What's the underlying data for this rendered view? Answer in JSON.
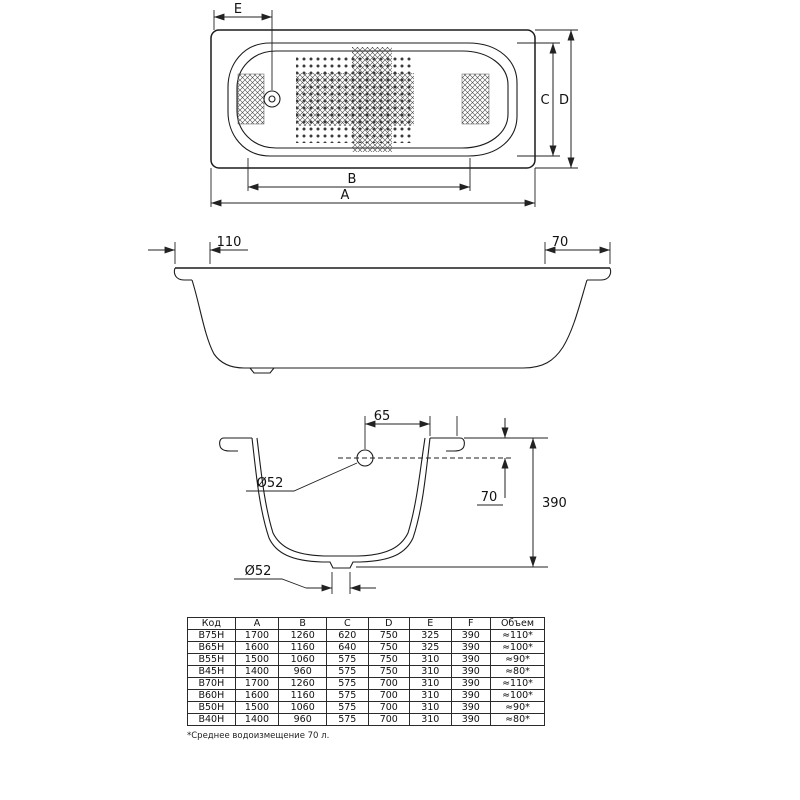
{
  "drawing": {
    "top_view": {
      "dim_e": "E",
      "dim_c": "C",
      "dim_d": "D",
      "dim_b": "B",
      "dim_a": "A"
    },
    "side_view": {
      "dim_left": "110",
      "dim_right": "70"
    },
    "section_view": {
      "dim_65": "65",
      "overflow_diameter": "Ø52",
      "dim_70": "70",
      "dim_depth": "390",
      "drain_diameter": "Ø52"
    }
  },
  "table": {
    "headers": [
      "Код",
      "A",
      "B",
      "C",
      "D",
      "E",
      "F",
      "Объем"
    ],
    "rows": [
      [
        "B75H",
        "1700",
        "1260",
        "620",
        "750",
        "325",
        "390",
        "≈110*"
      ],
      [
        "B65H",
        "1600",
        "1160",
        "640",
        "750",
        "325",
        "390",
        "≈100*"
      ],
      [
        "B55H",
        "1500",
        "1060",
        "575",
        "750",
        "310",
        "390",
        "≈90*"
      ],
      [
        "B45H",
        "1400",
        "960",
        "575",
        "750",
        "310",
        "390",
        "≈80*"
      ],
      [
        "B70H",
        "1700",
        "1260",
        "575",
        "700",
        "310",
        "390",
        "≈110*"
      ],
      [
        "B60H",
        "1600",
        "1160",
        "575",
        "700",
        "310",
        "390",
        "≈100*"
      ],
      [
        "B50H",
        "1500",
        "1060",
        "575",
        "700",
        "310",
        "390",
        "≈90*"
      ],
      [
        "B40H",
        "1400",
        "960",
        "575",
        "700",
        "310",
        "390",
        "≈80*"
      ]
    ],
    "footnote": "*Среднее водоизмещение 70 л."
  },
  "colors": {
    "line": "#222222",
    "text": "#111111",
    "background": "#ffffff"
  }
}
